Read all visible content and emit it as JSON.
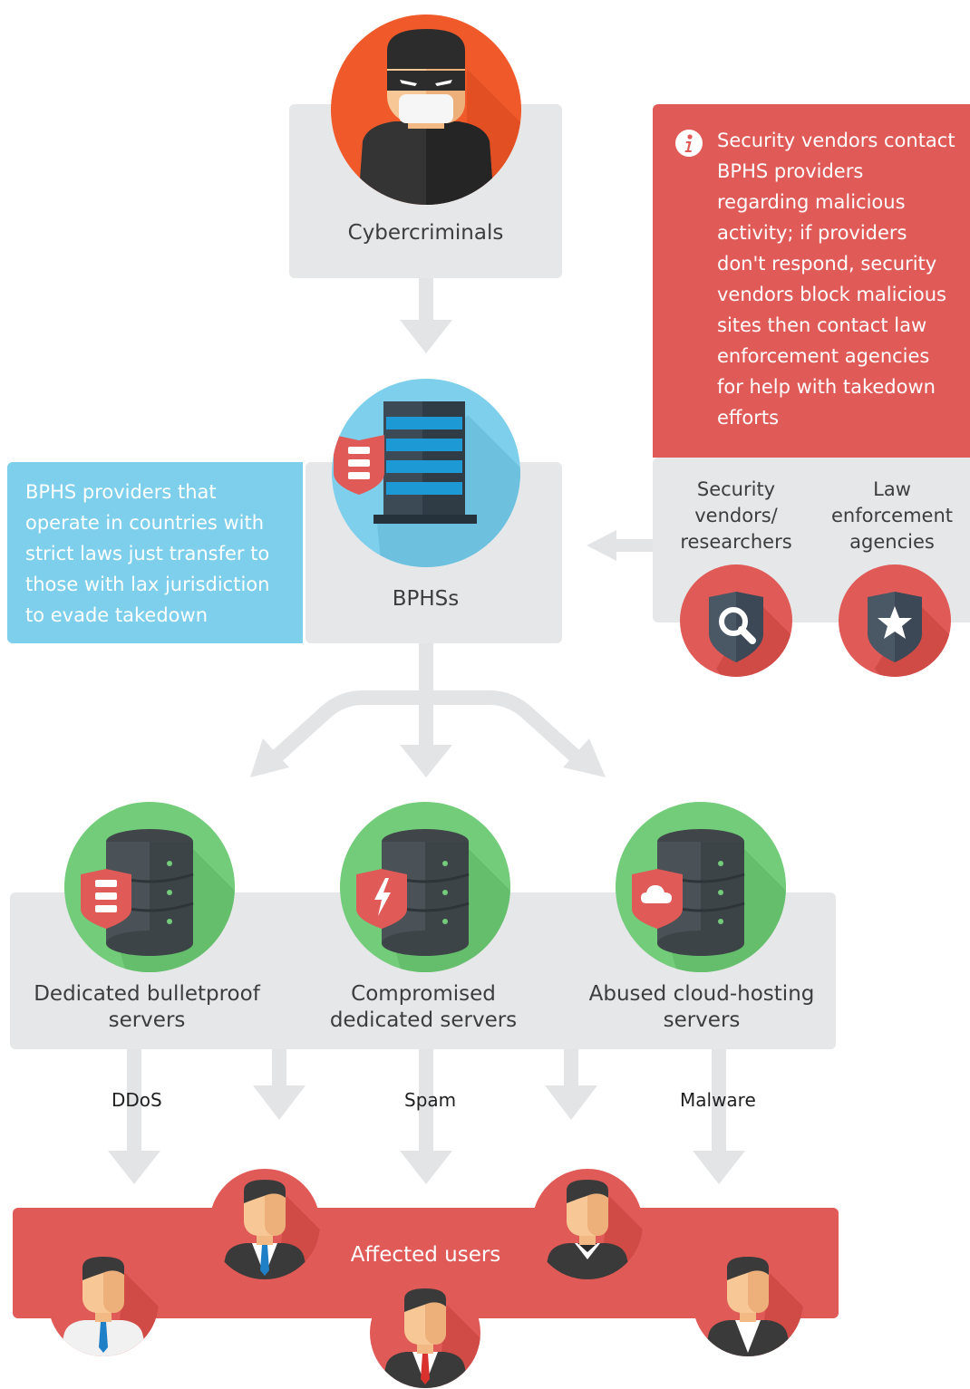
{
  "nodes": {
    "cybercriminals": "Cybercriminals",
    "bphs": "BPHSs",
    "security_vendors": "Security vendors/ researchers",
    "law_enforcement": "Law enforcement agencies",
    "dedicated": "Dedicated bulletproof servers",
    "compromised": "Compromised dedicated servers",
    "abused": "Abused cloud-hosting servers",
    "affected": "Affected users"
  },
  "notes": {
    "security": "Security vendors contact BPHS providers regarding malicious activity; if providers don't respond, security vendors block malicious sites then contact law enforcement agencies for help with takedown efforts",
    "bphs": "BPHS providers that operate in countries with strict laws just transfer to those with lax jurisdiction to evade takedown"
  },
  "edge_labels": {
    "ddos": "DDoS",
    "spam": "Spam",
    "malware": "Malware"
  },
  "colors": {
    "gray_box": "#e6e7e8",
    "red": "#e05a57",
    "blue": "#7ecfeb",
    "orange": "#f05a2b",
    "green": "#73cc7a",
    "arrow": "#e3e4e5"
  },
  "icons": [
    "burglar-icon",
    "building-icon",
    "magnifier-shield-icon",
    "star-shield-icon",
    "database-icon",
    "user-icon"
  ]
}
